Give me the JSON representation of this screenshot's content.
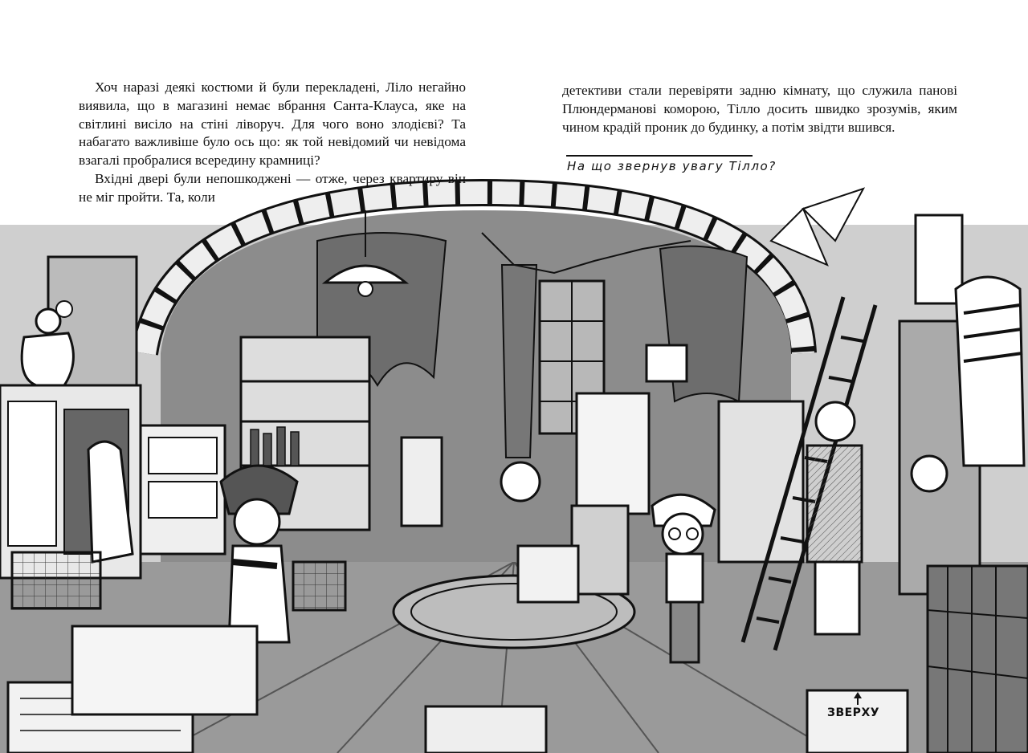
{
  "left_column": {
    "paragraph_1": "Хоч наразі деякі костюми й були перекладені, Ліло негайно виявила, що в магазині немає вбрання Санта-Клауса, яке на світлині висіло на стіні ліворуч. Для чого воно злодієві? Та набагато важливіше було ось що: як той невідомий чи невідома взагалі пробралися всередину крамниці?",
    "paragraph_2": "Вхідні двері були непошкоджені — отже, через квартиру він не міг пройти. Та, коли"
  },
  "right_column": {
    "paragraph_1": "детективи стали перевіряти задню кімнату, що служила панові Плюндерманові коморою, Тілло досить швидко зрозумів, яким чином крадій проник до будинку, а потім звідти вшився."
  },
  "question": "На що звернув увагу Тілло?",
  "box_label": "ЗВЕРХУ"
}
